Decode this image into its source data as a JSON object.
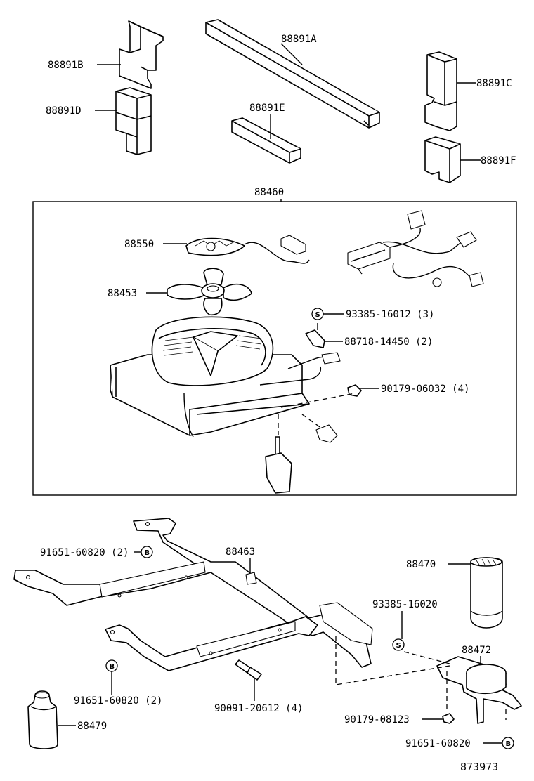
{
  "figure_number": "873973",
  "callouts": {
    "p88891A": "88891A",
    "p88891B": "88891B",
    "p88891C": "88891C",
    "p88891D": "88891D",
    "p88891E": "88891E",
    "p88891F": "88891F",
    "p88460": "88460",
    "p88550": "88550",
    "p88453": "88453",
    "p93385_16012": "93385-16012 (3)",
    "p88718_14450": "88718-14450 (2)",
    "p90179_06032": "90179-06032 (4)",
    "p91651_60820_top": "91651-60820 (2)",
    "p88463": "88463",
    "p88470": "88470",
    "p93385_16020": "93385-16020",
    "p88472": "88472",
    "p91651_60820_left": "91651-60820 (2)",
    "p90091_20612": "90091-20612 (4)",
    "p88479": "88479",
    "p90179_08123": "90179-08123",
    "p91651_60820_right": "91651-60820"
  },
  "symbols": {
    "s": "S",
    "b": "B"
  }
}
